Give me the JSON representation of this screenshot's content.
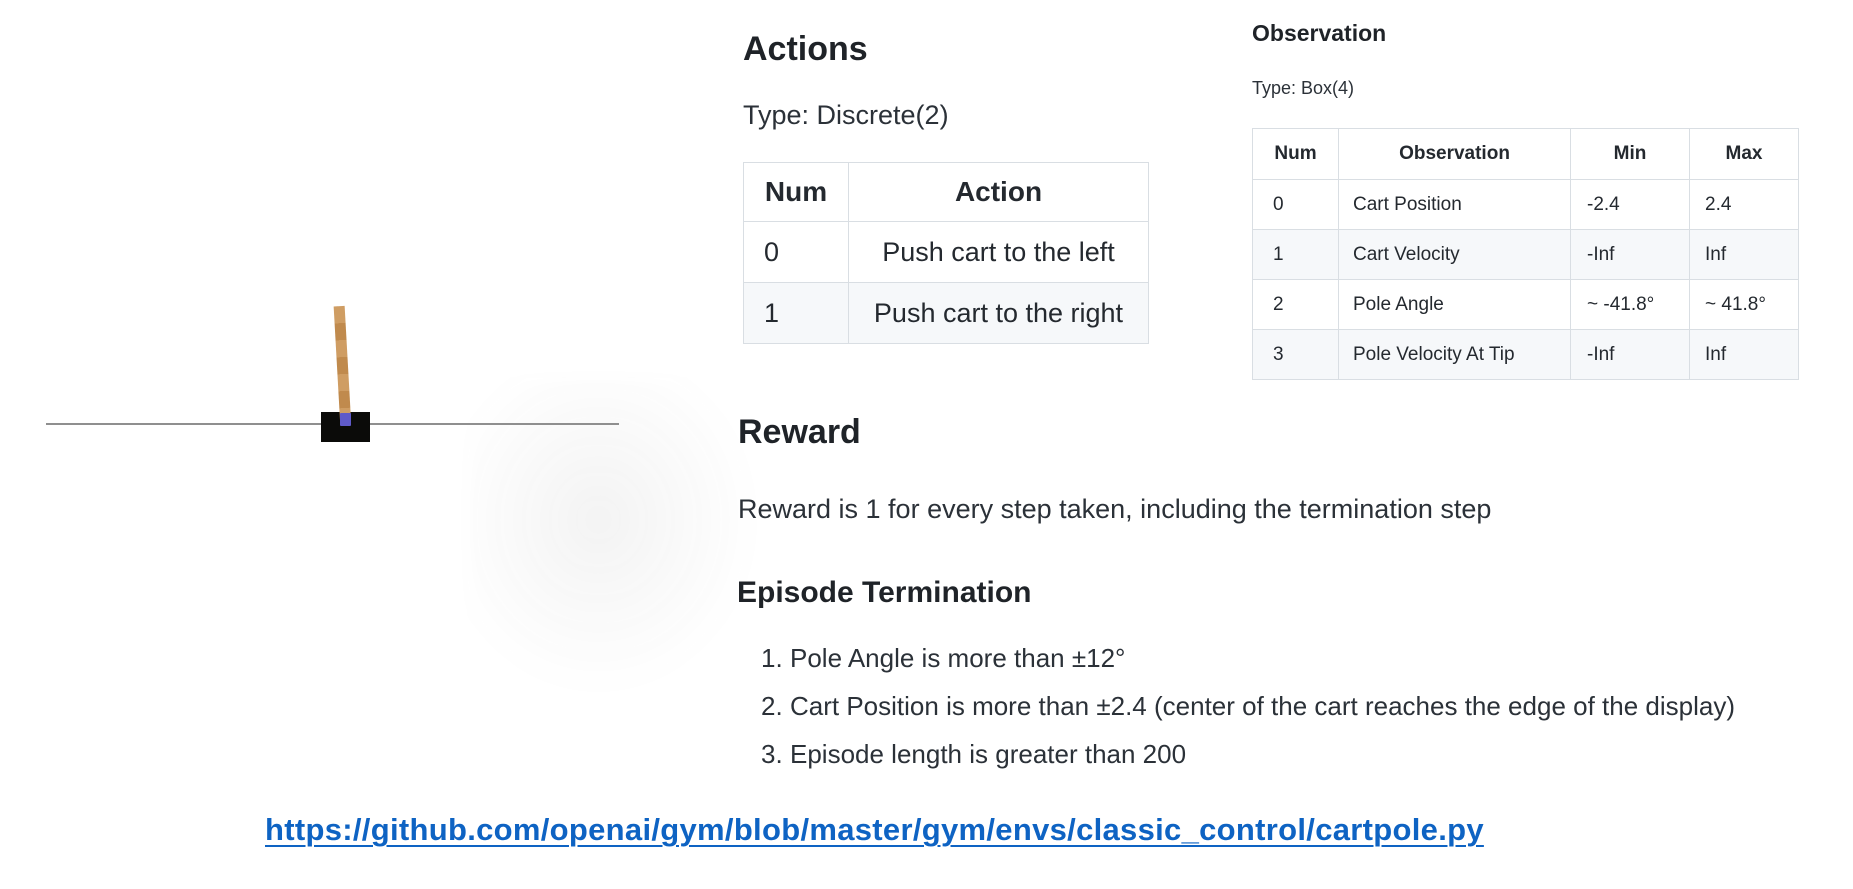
{
  "cartpole": {
    "track_color": "#8f8f8f",
    "cart_color": "#0b0b09",
    "pole_color_dark": "#c08a4d",
    "pole_color_light": "#cf9d63",
    "axle_color": "#5f5ac8"
  },
  "actions": {
    "title": "Actions",
    "type_label": "Type: Discrete(2)",
    "table": {
      "headers": [
        "Num",
        "Action"
      ],
      "rows": [
        [
          "0",
          "Push cart to the left"
        ],
        [
          "1",
          "Push cart to the right"
        ]
      ]
    }
  },
  "observation": {
    "title": "Observation",
    "type_label": "Type: Box(4)",
    "table": {
      "headers": [
        "Num",
        "Observation",
        "Min",
        "Max"
      ],
      "rows": [
        [
          "0",
          "Cart Position",
          "-2.4",
          "2.4"
        ],
        [
          "1",
          "Cart Velocity",
          "-Inf",
          "Inf"
        ],
        [
          "2",
          "Pole Angle",
          "~ -41.8°",
          "~ 41.8°"
        ],
        [
          "3",
          "Pole Velocity At Tip",
          "-Inf",
          "Inf"
        ]
      ]
    }
  },
  "reward": {
    "title": "Reward",
    "text": "Reward is 1 for every step taken, including the termination step"
  },
  "episode_termination": {
    "title": "Episode Termination",
    "items": [
      "Pole Angle is more than ±12°",
      "Cart Position is more than ±2.4 (center of the cart reaches the edge of the display)",
      "Episode length is greater than 200"
    ]
  },
  "link": {
    "text": "https://github.com/openai/gym/blob/master/gym/envs/classic_control/cartpole.py",
    "color": "#0e63c3"
  },
  "style_tokens": {
    "table_border": "#d9dee3",
    "table_zebra_row": "#f6f8fa",
    "heading_color": "#1f2328",
    "body_color": "#24292f"
  }
}
